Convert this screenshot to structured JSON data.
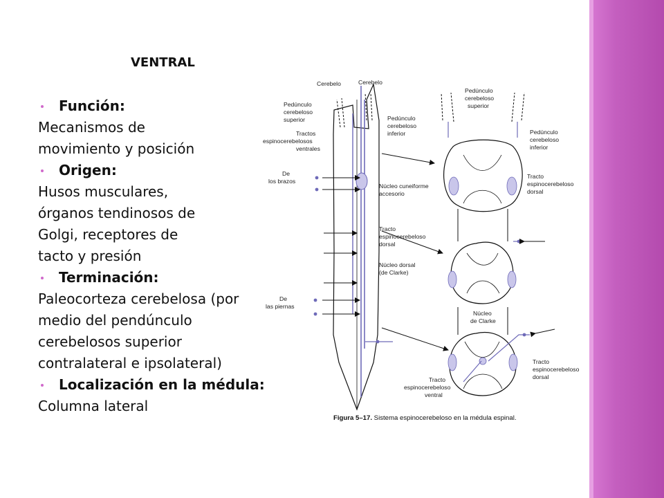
{
  "slide": {
    "heading": "VENTRAL",
    "lines": [
      {
        "type": "bullet",
        "text": "Función:"
      },
      {
        "type": "text",
        "text": "Mecanismos de"
      },
      {
        "type": "text",
        "text": "movimiento y posición"
      },
      {
        "type": "bullet",
        "text": "Origen:"
      },
      {
        "type": "text",
        "text": "Husos musculares,"
      },
      {
        "type": "text",
        "text": "órganos tendinosos de"
      },
      {
        "type": "text",
        "text": "Golgi, receptores de"
      },
      {
        "type": "text",
        "text": "tacto y presión"
      },
      {
        "type": "bullet",
        "text": "Terminación:"
      },
      {
        "type": "text",
        "text": "Paleocorteza cerebelosa (por"
      },
      {
        "type": "text",
        "text": "medio del pendúnculo"
      },
      {
        "type": "text",
        "text": "cerebelosos superior"
      },
      {
        "type": "text",
        "text": "contralateral e ipsolateral)"
      },
      {
        "type": "bullet",
        "text": "Localización en la médula:"
      },
      {
        "type": "text",
        "text": "Columna lateral"
      }
    ],
    "accent_color": "#c45fbf"
  },
  "figure": {
    "labels": {
      "cerebelo_left": "Cerebelo",
      "cerebelo_right": "Cerebelo",
      "ped_sup": [
        "Pedúnculo",
        "cerebeloso",
        "superior"
      ],
      "ped_inf": [
        "Pedúnculo",
        "cerebeloso",
        "inferior"
      ],
      "tractos_ventrales": [
        "Tractos",
        "espinocerebelosos",
        "ventrales"
      ],
      "brazos": [
        "De",
        "los brazos"
      ],
      "cuneiforme": [
        "Núcleo cuneiforme",
        "accesorio"
      ],
      "tracto_dorsal_mid": [
        "Tracto",
        "espinocerebeloso",
        "dorsal"
      ],
      "nucleo_dorsal": [
        "Núcleo dorsal",
        "(de Clarke)"
      ],
      "piernas": [
        "De",
        "las piernas"
      ],
      "ped_sup_right": [
        "Pedúnculo",
        "cerebeloso",
        "superior"
      ],
      "ped_inf_right": [
        "Pedúnculo",
        "cerebeloso",
        "inferior"
      ],
      "tracto_dorsal_right": [
        "Tracto",
        "espinocerebeloso",
        "dorsal"
      ],
      "nucleo_clarke": [
        "Núcleo",
        "de Clarke"
      ],
      "tracto_dorsal_bottom": [
        "Tracto",
        "espinocerebeloso",
        "dorsal"
      ],
      "tracto_ventral_bottom": [
        "Tracto",
        "espinocerebeloso",
        "ventral"
      ]
    },
    "caption_label": "Figura 5–17.",
    "caption_text": "Sistema espinocerebeloso en la médula espinal.",
    "tract_color": "#6e6ab8",
    "fill_color": "#c9c6ea"
  }
}
